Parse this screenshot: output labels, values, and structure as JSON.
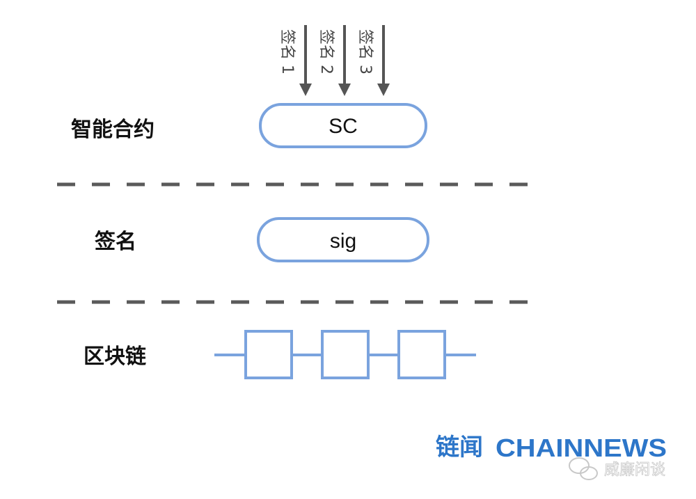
{
  "layers": {
    "smart_contract": "智能合约",
    "signature": "签名",
    "blockchain": "区块链"
  },
  "pills": {
    "sc": "SC",
    "sig": "sig"
  },
  "signature_inputs": [
    "签名 1",
    "签名 2",
    "签名 3"
  ],
  "blockchain_blocks": 3,
  "watermark": {
    "brand_cn": "链闻",
    "brand_en": "CHAINNEWS",
    "wechat_account": "威廉闲谈"
  },
  "colors": {
    "accent_blue": "#7aa3de",
    "brand_blue": "#2d76c9",
    "arrow_gray": "#555555",
    "divider_gray": "#5a5a5a"
  }
}
